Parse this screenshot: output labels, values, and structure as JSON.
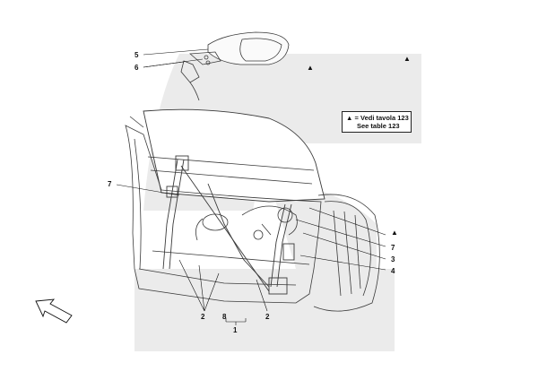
{
  "note": {
    "symbol": "▲",
    "line1_suffix": "= Vedi tavola 123",
    "line2": "See table 123"
  },
  "callouts": {
    "c5": "5",
    "c6": "6",
    "c7a": "7",
    "c7b": "7",
    "c3": "3",
    "c4": "4",
    "c2a": "2",
    "c8": "8",
    "c2b": "2",
    "c1": "1",
    "tri1": "▲",
    "tri2": "▲",
    "tri3": "▲"
  },
  "colors": {
    "watermark": "#e9e9e9",
    "line": "#3a3a3a",
    "ink": "#111111"
  }
}
